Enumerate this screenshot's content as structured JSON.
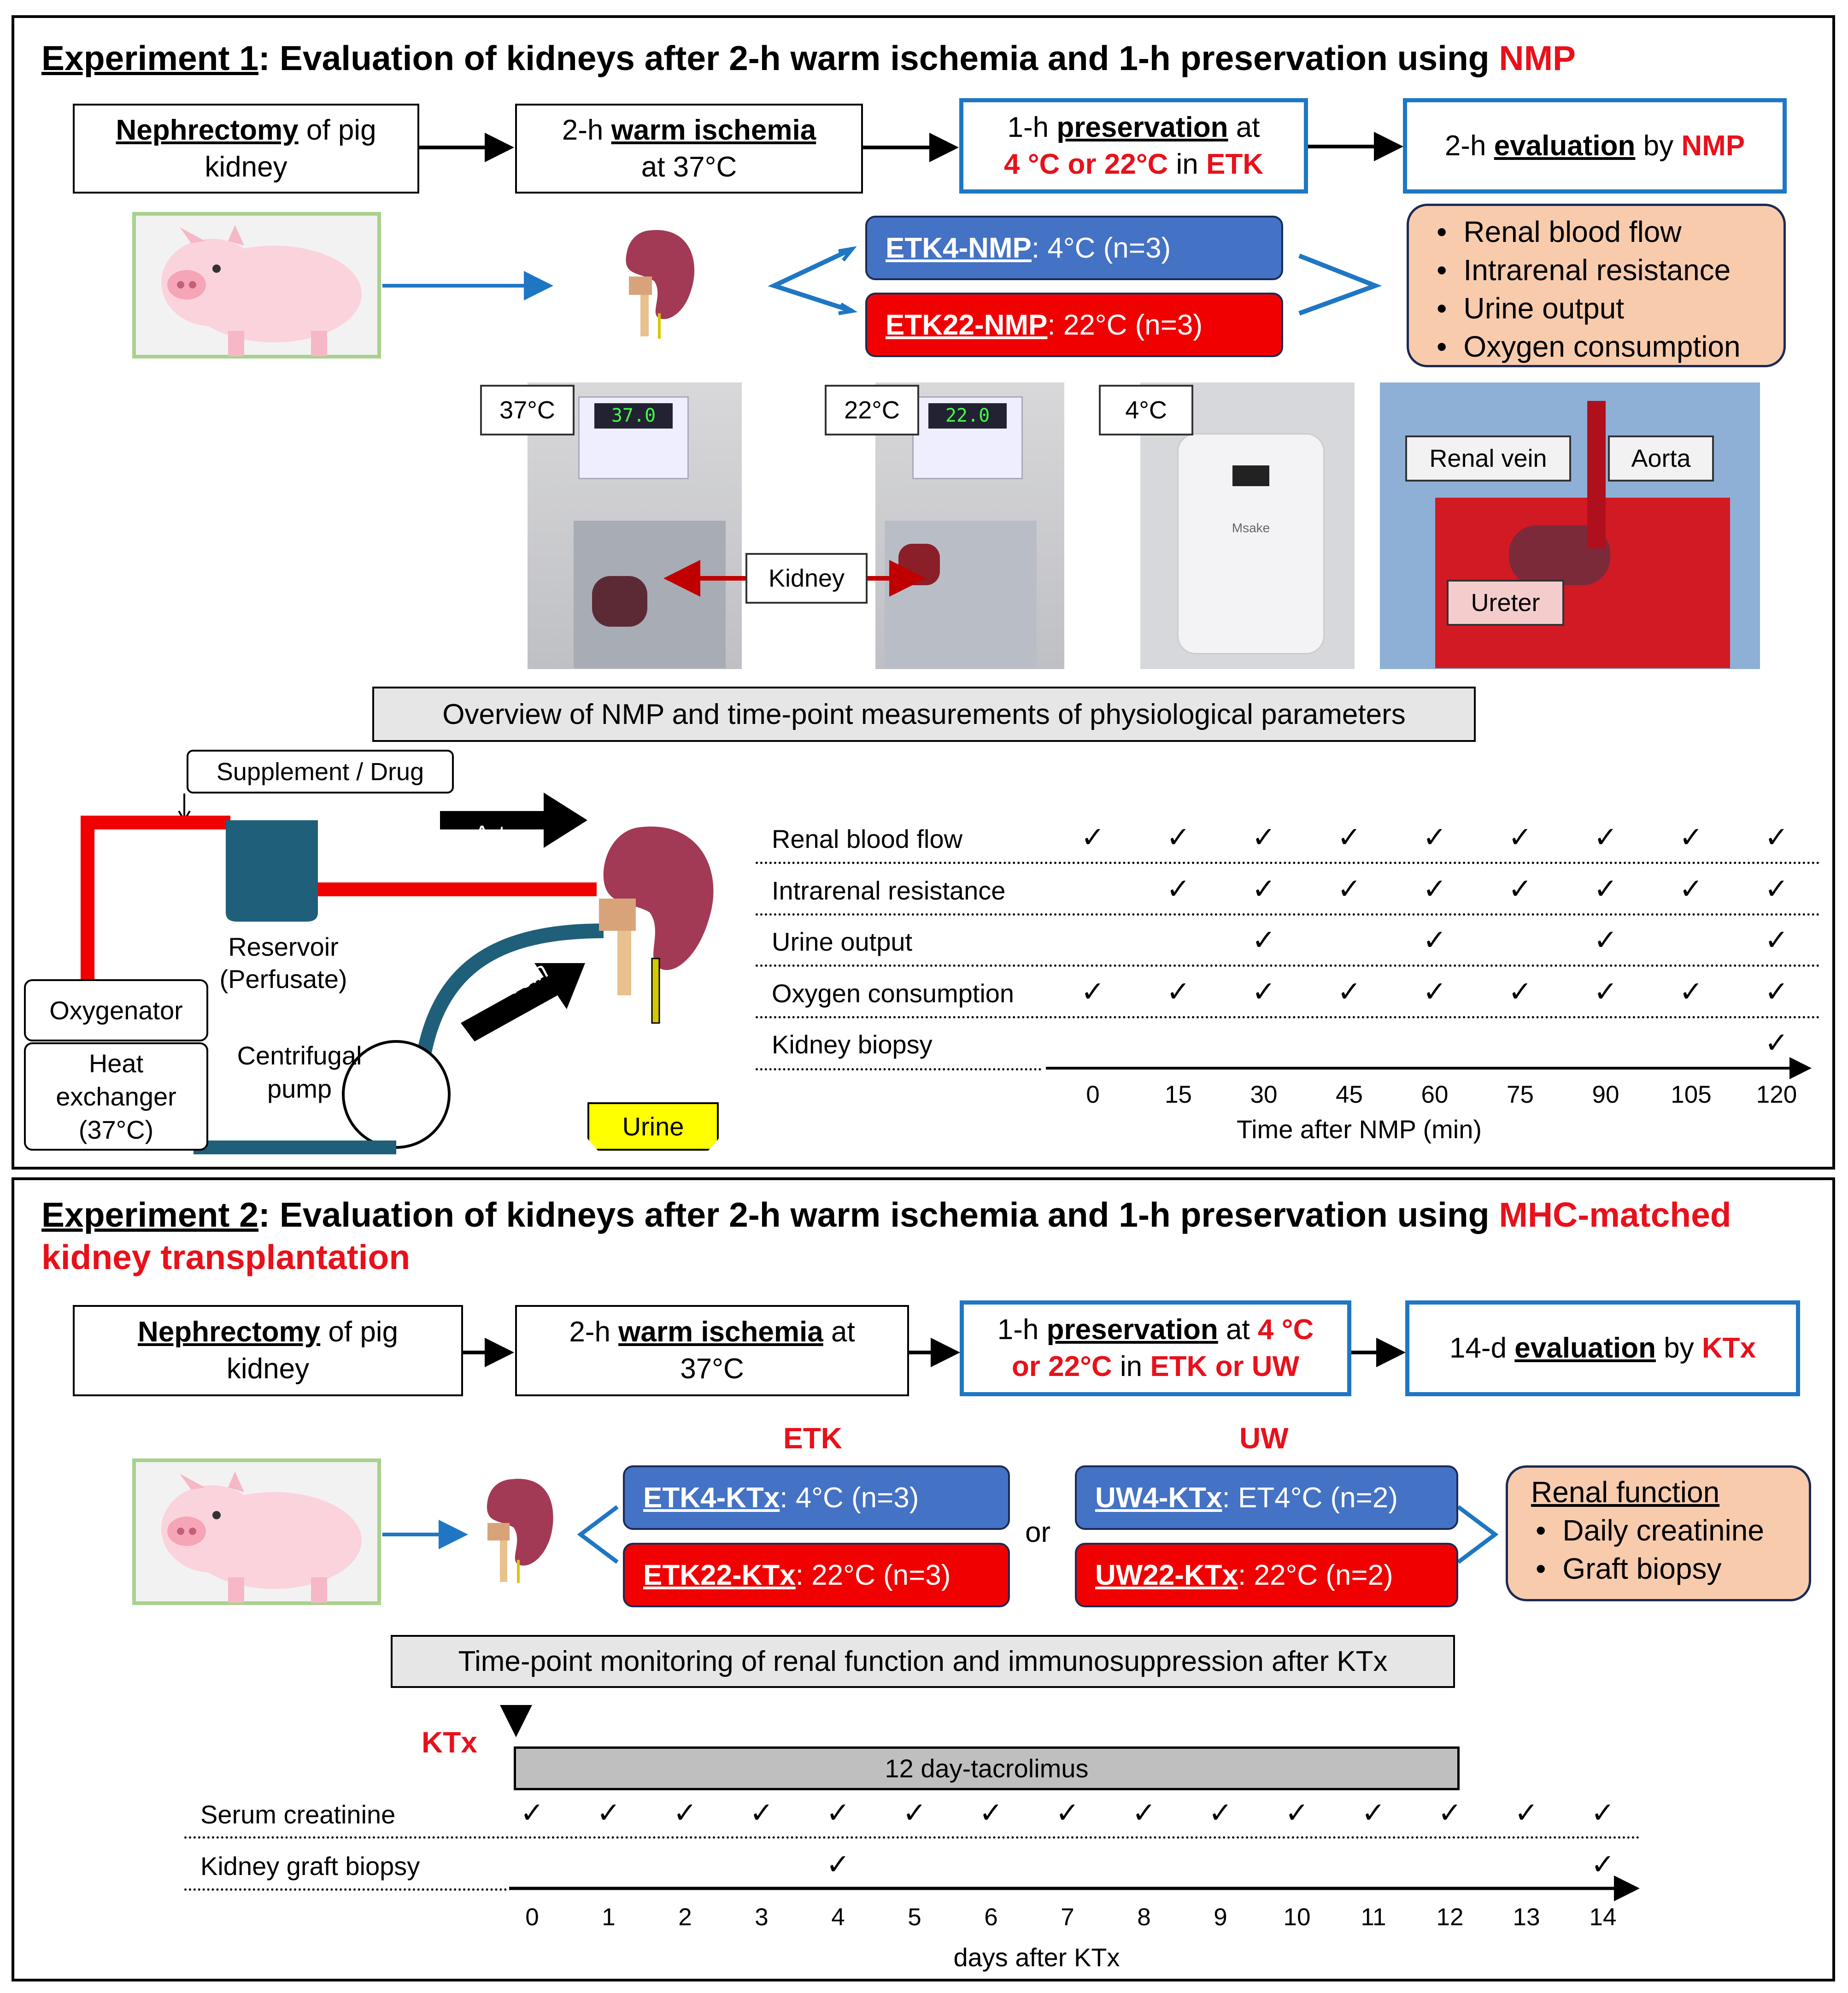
{
  "exp1": {
    "title_label": "Experiment 1",
    "title_text": ": Evaluation of kidneys after 2-h warm ischemia and 1-h preservation using ",
    "title_highlight": "NMP",
    "steps": {
      "s1_bold": "Nephrectomy",
      "s1_rest": " of pig",
      "s1_line2": "kidney",
      "s2_pre": "2-h ",
      "s2_bold": "warm ischemia",
      "s2_line2": "at 37°C",
      "s3_pre": "1-h ",
      "s3_bold": "preservation",
      "s3_post": " at",
      "s3_red1": "4 °C or 22°C",
      "s3_mid": " in ",
      "s3_red2": "ETK",
      "s4_pre": "2-h ",
      "s4_bold": "evaluation",
      "s4_mid": " by ",
      "s4_red": "NMP"
    },
    "groups": [
      {
        "name": "ETK4-NMP",
        "rest": ": 4°C (n=3)",
        "color": "#4472c4"
      },
      {
        "name": "ETK22-NMP",
        "rest": ": 22°C (n=3)",
        "color": "#f00000"
      }
    ],
    "outcomes": [
      "Renal blood flow",
      "Intrarenal resistance",
      "Urine output",
      "Oxygen consumption"
    ],
    "photos": {
      "p1": "37°C",
      "p2": "22°C",
      "p3": "4°C",
      "kidney": "Kidney",
      "renal_vein": "Renal vein",
      "aorta": "Aorta",
      "ureter": "Ureter",
      "display1": "37.0",
      "display2": "22.0",
      "brand": "Msake"
    },
    "overview": "Overview of NMP and time-point measurements of physiological parameters",
    "circuit": {
      "supplement": "Supplement / Drug",
      "artery": "Artery",
      "vein": "Vein",
      "reservoir": "Reservoir",
      "reservoir2": "(Perfusate)",
      "oxygenator": "Oxygenator",
      "heat1": "Heat",
      "heat2": "exchanger",
      "heat3": "(37°C)",
      "pump1": "Centrifugal",
      "pump2": "pump",
      "urine": "Urine"
    },
    "timeline": {
      "rows": [
        "Renal blood flow",
        "Intrarenal resistance",
        "Urine output",
        "Oxygen consumption",
        "Kidney biopsy"
      ],
      "ticks": [
        "0",
        "15",
        "30",
        "45",
        "60",
        "75",
        "90",
        "105",
        "120"
      ],
      "xlabel": "Time after NMP (min)",
      "check_symbol": "✓",
      "checks": [
        [
          1,
          1,
          1,
          1,
          1,
          1,
          1,
          1,
          1
        ],
        [
          0,
          1,
          1,
          1,
          1,
          1,
          1,
          1,
          1
        ],
        [
          0,
          0,
          1,
          0,
          1,
          0,
          1,
          0,
          1
        ],
        [
          1,
          1,
          1,
          1,
          1,
          1,
          1,
          1,
          1
        ],
        [
          0,
          0,
          0,
          0,
          0,
          0,
          0,
          0,
          1
        ]
      ]
    }
  },
  "exp2": {
    "title_label": "Experiment 2",
    "title_text": ": Evaluation of kidneys after 2-h warm ischemia and 1-h preservation using ",
    "title_highlight1": "MHC-matched",
    "title_highlight2": "kidney transplantation",
    "steps": {
      "s1_bold": "Nephrectomy",
      "s1_rest": " of pig",
      "s1_line2": "kidney",
      "s2_pre": "2-h ",
      "s2_bold": "warm ischemia",
      "s2_post": " at",
      "s2_line2": "37°C",
      "s3_pre": "1-h ",
      "s3_bold": "preservation",
      "s3_post": " at ",
      "s3_red1": "4 °C",
      "s3_red2": "or 22°C",
      "s3_mid": " in ",
      "s3_red3": "ETK or UW",
      "s4_pre": "14-d ",
      "s4_bold": "evaluation",
      "s4_mid": " by ",
      "s4_red": "KTx"
    },
    "col_etk": "ETK",
    "col_uw": "UW",
    "or": "or",
    "groups": [
      {
        "name": "ETK4-KTx",
        "rest": ": 4°C (n=3)",
        "color": "#4472c4"
      },
      {
        "name": "ETK22-KTx",
        "rest": ": 22°C (n=3)",
        "color": "#f00000"
      },
      {
        "name": "UW4-KTx",
        "rest": ": ET4°C (n=2)",
        "color": "#4472c4"
      },
      {
        "name": "UW22-KTx",
        "rest": ": 22°C (n=2)",
        "color": "#f00000"
      }
    ],
    "renal_function": "Renal function",
    "outcomes": [
      "Daily creatinine",
      "Graft biopsy"
    ],
    "monitoring": "Time-point monitoring of renal function and immunosuppression after KTx",
    "ktx": "KTx",
    "tacrolimus": "12 day-tacrolimus",
    "timeline": {
      "rows": [
        "Serum creatinine",
        "Kidney graft biopsy"
      ],
      "ticks": [
        "0",
        "1",
        "2",
        "3",
        "4",
        "5",
        "6",
        "7",
        "8",
        "9",
        "10",
        "11",
        "12",
        "13",
        "14"
      ],
      "xlabel": "days after KTx",
      "check_symbol": "✓",
      "checks": [
        [
          1,
          1,
          1,
          1,
          1,
          1,
          1,
          1,
          1,
          1,
          1,
          1,
          1,
          1,
          1
        ],
        [
          0,
          0,
          0,
          0,
          1,
          0,
          0,
          0,
          0,
          0,
          0,
          0,
          0,
          0,
          1
        ]
      ]
    }
  }
}
